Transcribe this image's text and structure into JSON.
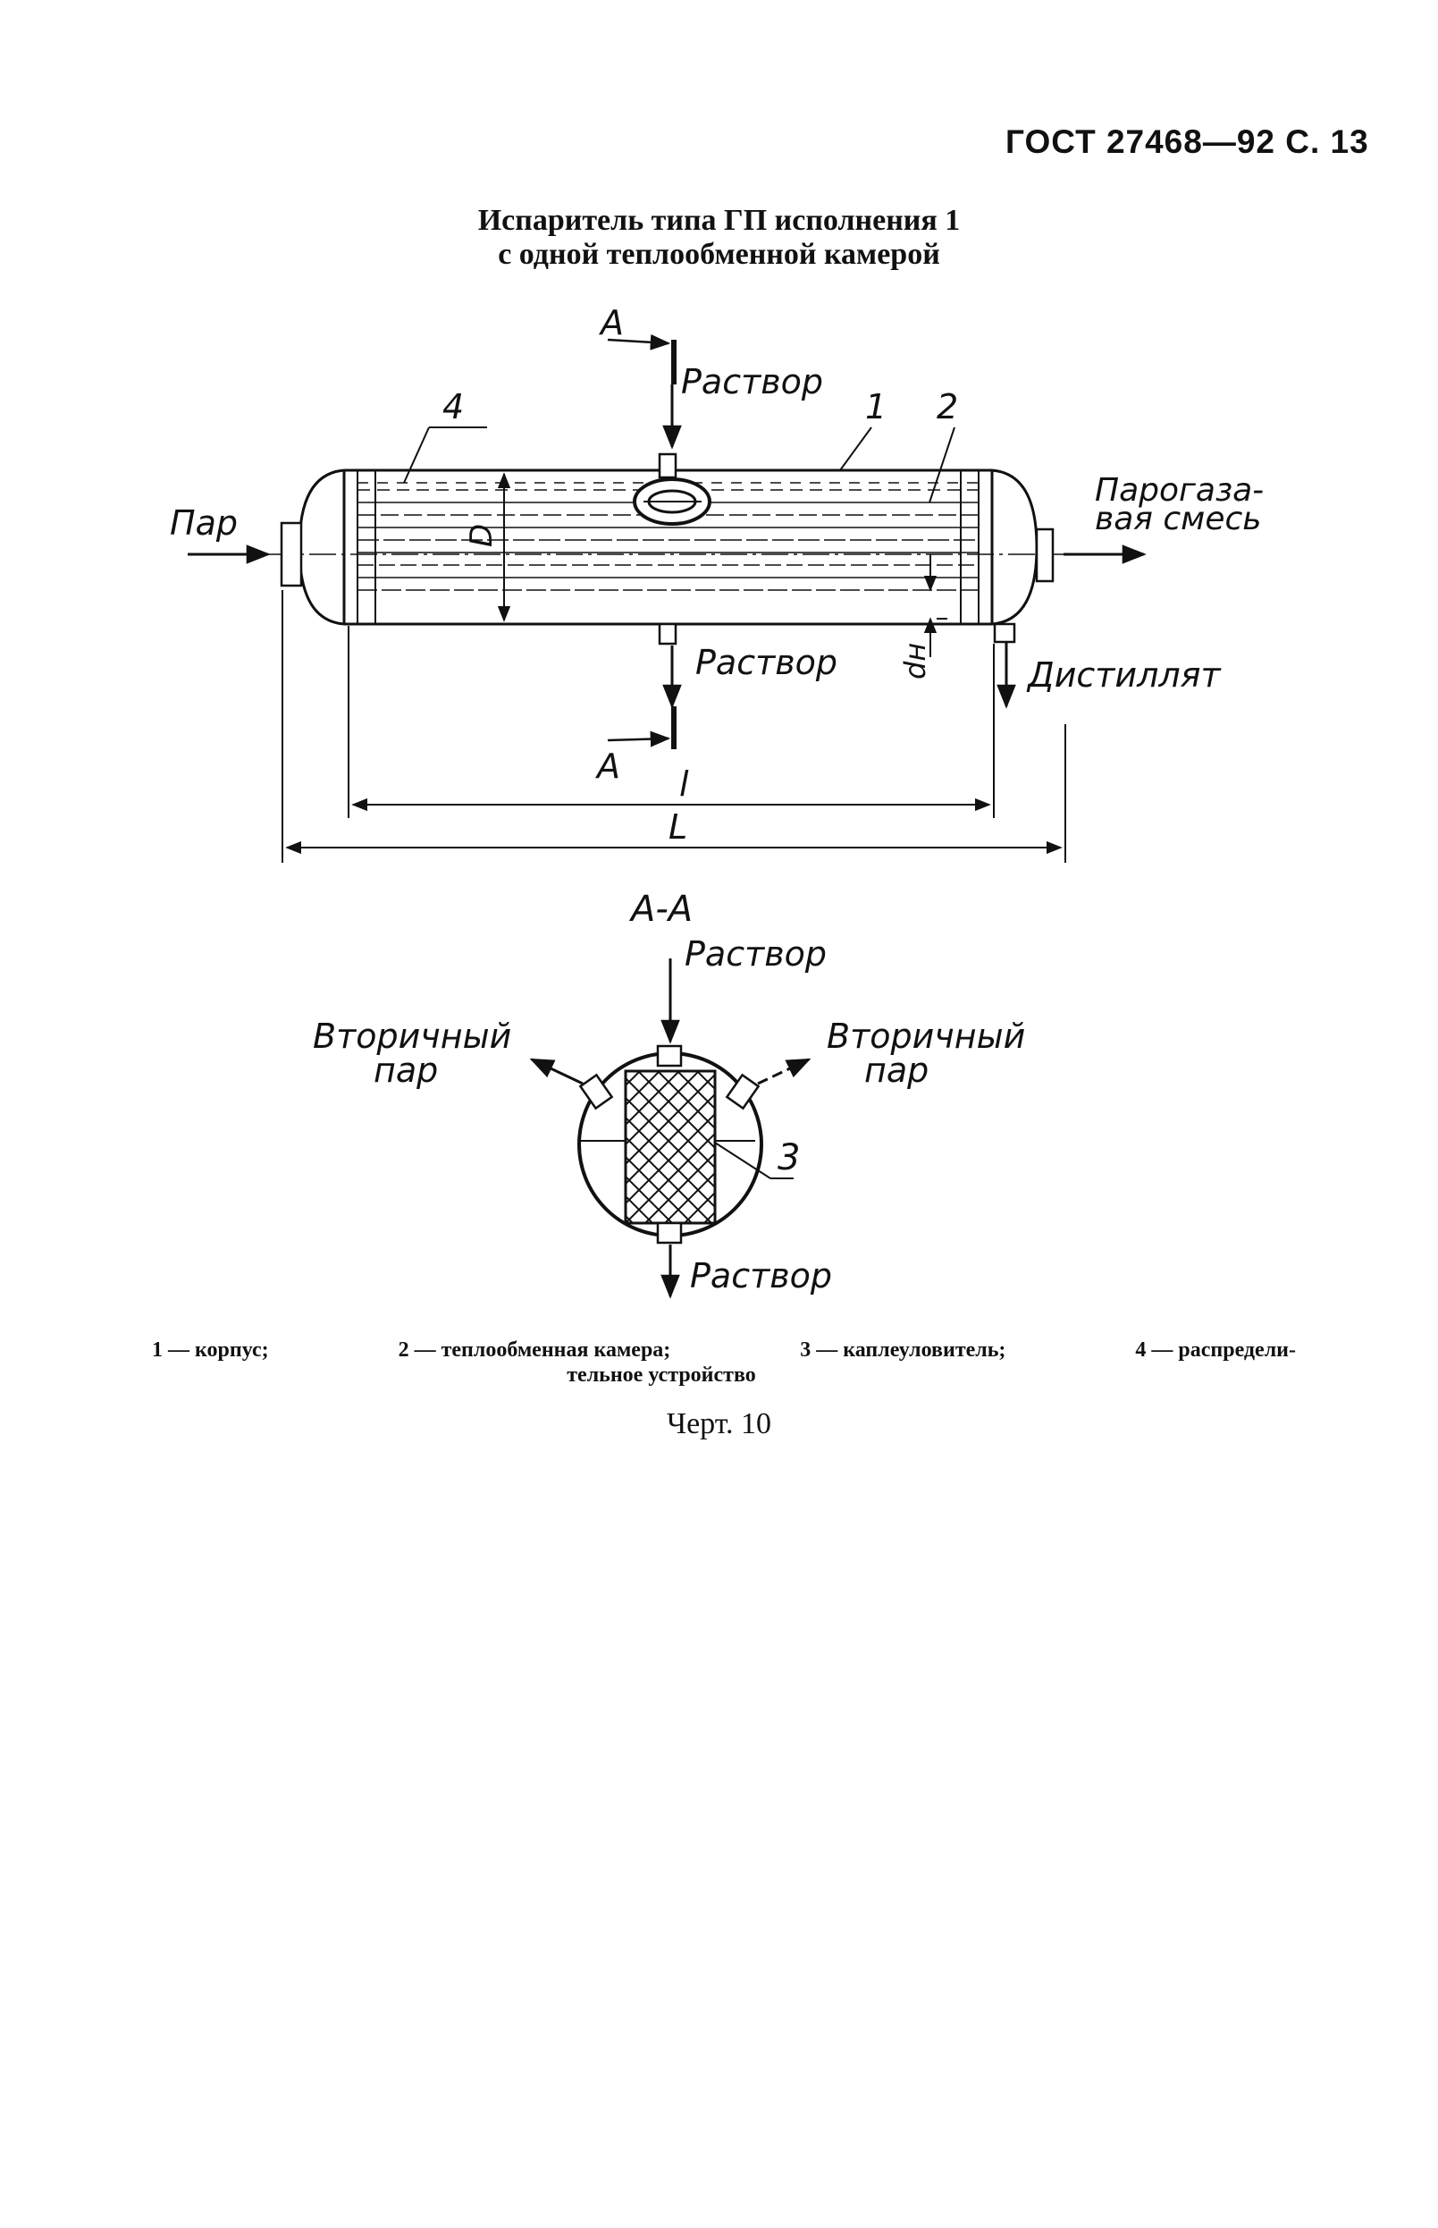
{
  "header": {
    "standard": "ГОСТ 27468—92 С. 13"
  },
  "title": {
    "line1": "Испаритель типа ГП исполнения 1",
    "line2": "с одной теплообменной камерой"
  },
  "diagram_labels": {
    "section_marker": "А",
    "solution_in": "Раствор",
    "solution_out": "Раствор",
    "steam_in": "Пар",
    "vapor_gas_line1": "Парогаза-",
    "vapor_gas_line2": "вая смесь",
    "distillate": "Дистиллят",
    "pos1": "1",
    "pos2": "2",
    "pos4": "4",
    "dim_D": "D",
    "dim_dn": "dн",
    "dim_l": "l",
    "dim_L": "L",
    "section_title": "А-А",
    "section_solution_in": "Раствор",
    "section_solution_out": "Раствор",
    "secondary_steam_left_1": "Вторичный",
    "secondary_steam_left_2": "пар",
    "secondary_steam_right_1": "Вторичный",
    "secondary_steam_right_2": "пар",
    "pos3": "3"
  },
  "legend": {
    "item1": "1 — корпус;",
    "item2": "2 — теплообменная камера;",
    "item3": "3 — каплеуловитель;",
    "item4_part1": "4 — распредели-",
    "item4_part2": "тельное устройство"
  },
  "figure_label": "Черт. 10"
}
